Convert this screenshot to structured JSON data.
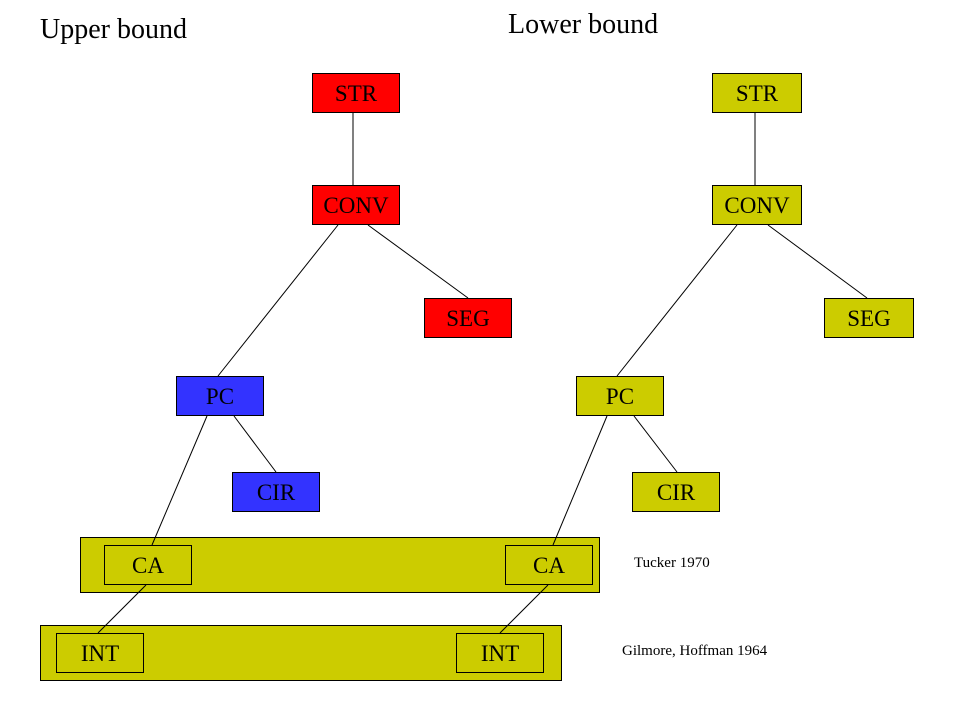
{
  "titles": {
    "upper": "Upper bound",
    "lower": "Lower bound"
  },
  "colors": {
    "red": "#ff0000",
    "blue": "#3333ff",
    "olive": "#cccc00",
    "line": "#000000"
  },
  "upper_tree": {
    "str": "STR",
    "conv": "CONV",
    "seg": "SEG",
    "pc": "PC",
    "cir": "CIR",
    "ca": "CA",
    "int": "INT"
  },
  "lower_tree": {
    "str": "STR",
    "conv": "CONV",
    "seg": "SEG",
    "pc": "PC",
    "cir": "CIR",
    "ca": "CA",
    "int": "INT"
  },
  "notes": {
    "ca_band": "Tucker 1970",
    "int_band": "Gilmore, Hoffman 1964"
  }
}
